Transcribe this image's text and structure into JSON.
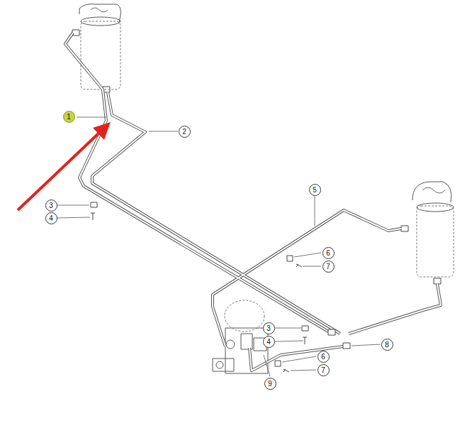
{
  "diagram": {
    "labels": [
      "1",
      "2",
      "3",
      "4",
      "5",
      "6",
      "7",
      "3",
      "4",
      "8",
      "6",
      "7",
      "9"
    ]
  }
}
